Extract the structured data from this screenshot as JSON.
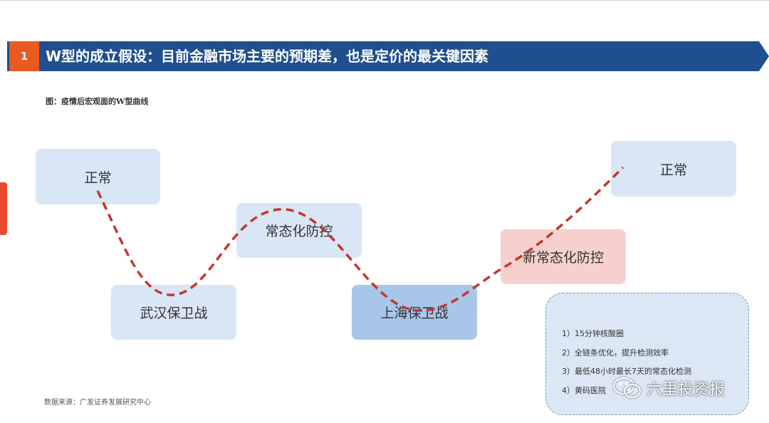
{
  "header": {
    "number": "1",
    "title": "W型的成立假设：目前金融市场主要的预期差，也是定价的最关键因素"
  },
  "figure_caption": "图：疫情后宏观面的W型曲线",
  "stages": {
    "normal_start": "正常",
    "wuhan_defense": "武汉保卫战",
    "normalized_control": "常态化防控",
    "shanghai_defense": "上海保卫战",
    "new_normalized_control": "新常态化防控",
    "normal_end": "正常"
  },
  "notes": [
    "1）15分钟核酸圈",
    "2）全链条优化，提升检测效率",
    "3）最低48小时最长7天的常态化检测",
    "4）黄码医院"
  ],
  "source": "数据来源：广发证券发展研究中心",
  "watermark": "六里投资报",
  "colors": {
    "header_bg": "#1f4f8f",
    "header_number_bg": "#e85a22",
    "box_light": "#d9e6f5",
    "box_highlight": "#a7c6ea",
    "box_pink": "#f6d0cc",
    "curve": "#c0392b"
  },
  "icons": {
    "watermark_icon": "wechat-icon"
  }
}
